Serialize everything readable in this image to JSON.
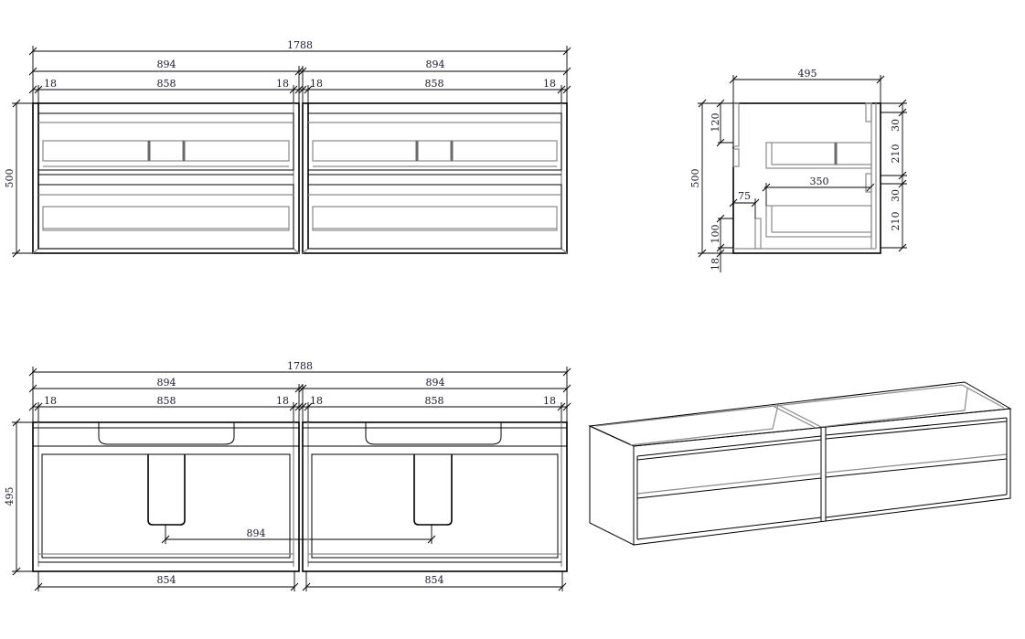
{
  "front_view": {
    "total_width": "1788",
    "unit_width_left": "894",
    "unit_width_right": "894",
    "left_side": "18",
    "inner_left": "858",
    "right_side_left": "18",
    "left_side_right": "18",
    "inner_right": "858",
    "right_side_right": "18",
    "height": "500"
  },
  "side_view": {
    "depth": "495",
    "height": "500",
    "top_rail": "120",
    "drawer_depth": "350",
    "back_offset": "75",
    "plinth": "100",
    "bottom": "18",
    "gap_top": "30",
    "drawer_top": "210",
    "gap_mid": "30",
    "drawer_bottom": "210"
  },
  "top_view": {
    "total_width": "1788",
    "unit_width_left": "894",
    "unit_width_right": "894",
    "left_side": "18",
    "inner_left": "858",
    "right_side_left": "18",
    "left_side_right": "18",
    "inner_right": "858",
    "right_side_right": "18",
    "depth": "495",
    "drain_spacing": "894",
    "inner_width_left": "854",
    "inner_width_right": "854"
  }
}
